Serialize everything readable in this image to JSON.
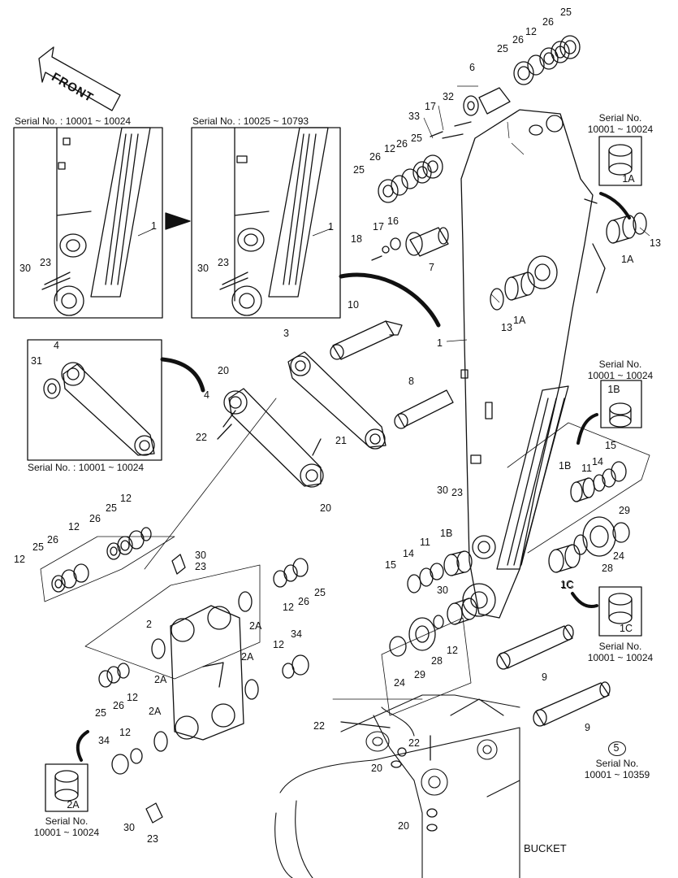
{
  "direction_label": "FRONT",
  "insets": {
    "top_left_serial": "Serial No. : 10001 ~ 10024",
    "top_middle_serial": "Serial No. : 10025 ~ 10793",
    "left_link_serial": "Serial No. : 10001 ~ 10024"
  },
  "detail_callouts": {
    "d1A": {
      "label": "1A",
      "serial_a": "Serial No.",
      "serial_b": "10001 ~ 10024"
    },
    "d1B": {
      "label": "1B",
      "serial_a": "Serial No.",
      "serial_b": "10001 ~ 10024"
    },
    "d1C": {
      "label": "1C",
      "serial_a": "Serial No.",
      "serial_b": "10001 ~ 10024"
    },
    "d2A": {
      "label": "2A",
      "serial_a": "Serial No.",
      "serial_b": "10001 ~ 10024"
    },
    "d5": {
      "label": "5",
      "serial_a": "Serial No.",
      "serial_b": "10001 ~ 10359"
    }
  },
  "bucket_label": "BUCKET",
  "part_numbers": [
    "1",
    "1A",
    "1B",
    "1C",
    "2",
    "2A",
    "3",
    "4",
    "5",
    "6",
    "7",
    "8",
    "9",
    "10",
    "11",
    "12",
    "13",
    "14",
    "15",
    "16",
    "17",
    "18",
    "20",
    "21",
    "22",
    "23",
    "24",
    "25",
    "26",
    "28",
    "29",
    "30",
    "31",
    "32",
    "33",
    "34"
  ],
  "callouts": [
    {
      "t": "25"
    },
    {
      "t": "26"
    },
    {
      "t": "12"
    },
    {
      "t": "26"
    },
    {
      "t": "25"
    },
    {
      "t": "6"
    },
    {
      "t": "32"
    },
    {
      "t": "17"
    },
    {
      "t": "33"
    },
    {
      "t": "25"
    },
    {
      "t": "26"
    },
    {
      "t": "12"
    },
    {
      "t": "26"
    },
    {
      "t": "25"
    },
    {
      "t": "16"
    },
    {
      "t": "17"
    },
    {
      "t": "18"
    },
    {
      "t": "7"
    },
    {
      "t": "1"
    },
    {
      "t": "30"
    },
    {
      "t": "23"
    },
    {
      "t": "1"
    },
    {
      "t": "30"
    },
    {
      "t": "23"
    },
    {
      "t": "13"
    },
    {
      "t": "1A"
    },
    {
      "t": "13"
    },
    {
      "t": "1A"
    },
    {
      "t": "1"
    },
    {
      "t": "10"
    },
    {
      "t": "3"
    },
    {
      "t": "4"
    },
    {
      "t": "31"
    },
    {
      "t": "20"
    },
    {
      "t": "4"
    },
    {
      "t": "22"
    },
    {
      "t": "21"
    },
    {
      "t": "20"
    },
    {
      "t": "8"
    },
    {
      "t": "11"
    },
    {
      "t": "14"
    },
    {
      "t": "15"
    },
    {
      "t": "1B"
    },
    {
      "t": "30"
    },
    {
      "t": "23"
    },
    {
      "t": "29"
    },
    {
      "t": "24"
    },
    {
      "t": "28"
    },
    {
      "t": "1C"
    },
    {
      "t": "12"
    },
    {
      "t": "25"
    },
    {
      "t": "26"
    },
    {
      "t": "12"
    },
    {
      "t": "26"
    },
    {
      "t": "25"
    },
    {
      "t": "12"
    },
    {
      "t": "30"
    },
    {
      "t": "23"
    },
    {
      "t": "1B"
    },
    {
      "t": "11"
    },
    {
      "t": "14"
    },
    {
      "t": "15"
    },
    {
      "t": "30"
    },
    {
      "t": "12"
    },
    {
      "t": "26"
    },
    {
      "t": "25"
    },
    {
      "t": "2"
    },
    {
      "t": "2A"
    },
    {
      "t": "2A"
    },
    {
      "t": "12"
    },
    {
      "t": "34"
    },
    {
      "t": "2A"
    },
    {
      "t": "2A"
    },
    {
      "t": "25"
    },
    {
      "t": "26"
    },
    {
      "t": "12"
    },
    {
      "t": "24"
    },
    {
      "t": "29"
    },
    {
      "t": "28"
    },
    {
      "t": "12"
    },
    {
      "t": "1C"
    },
    {
      "t": "9"
    },
    {
      "t": "9"
    },
    {
      "t": "34"
    },
    {
      "t": "12"
    },
    {
      "t": "22"
    },
    {
      "t": "22"
    },
    {
      "t": "20"
    },
    {
      "t": "20"
    },
    {
      "t": "30"
    },
    {
      "t": "23"
    }
  ]
}
